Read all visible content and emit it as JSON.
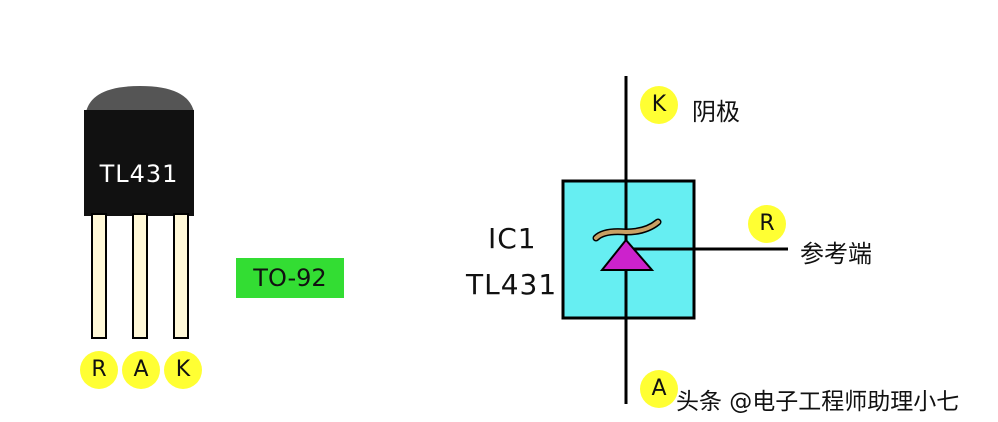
{
  "package": {
    "chip_label": "TL431",
    "package_type": "TO-92",
    "pins": [
      "R",
      "A",
      "K"
    ]
  },
  "symbol": {
    "designator": "IC1",
    "part_number": "TL431",
    "pin_k": "K",
    "pin_r": "R",
    "pin_a": "A",
    "k_name": "阴极",
    "r_name": "参考端"
  },
  "watermark": "头条 @电子工程师助理小七",
  "colors": {
    "package_body": "#111111",
    "package_top": "#555555",
    "pin_badge": "#ffff33",
    "package_type_bg": "#33dd33",
    "symbol_box": "#66eef2",
    "zener_triangle": "#cc22cc",
    "zener_bar": "#c8a064"
  }
}
